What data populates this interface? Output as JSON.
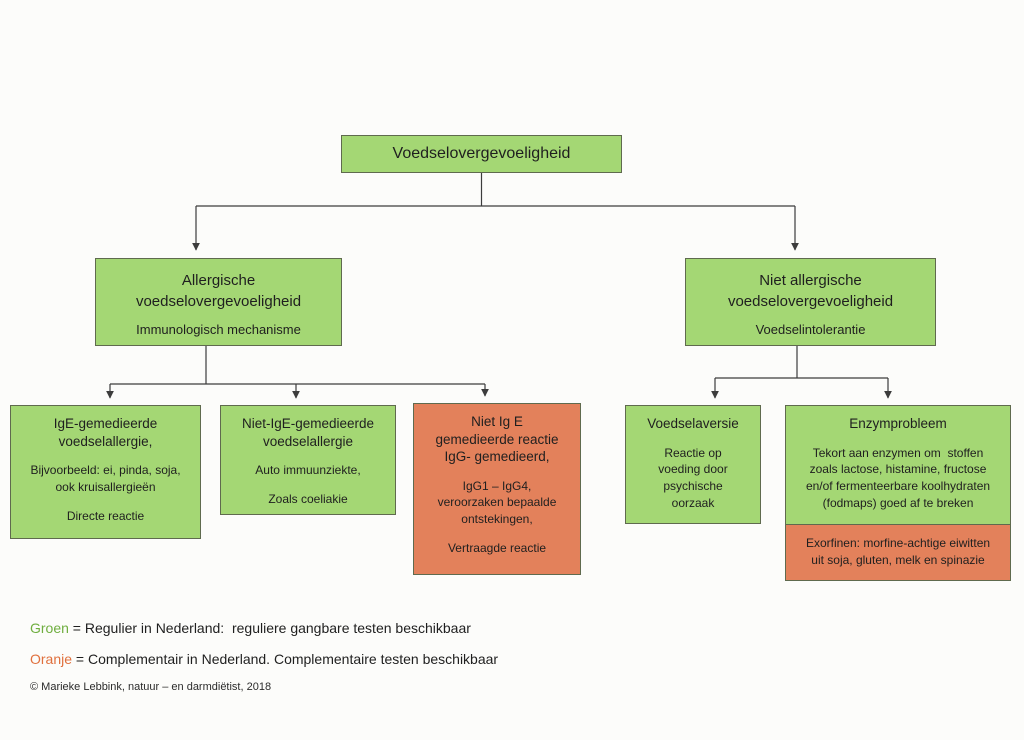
{
  "colors": {
    "green": "#a4d774",
    "orange": "#e3815b",
    "legend_green": "#6fae3f",
    "legend_orange": "#e0703d",
    "line": "#3c3c3c"
  },
  "diagram": {
    "root": {
      "title": "Voedselovergevoeligheid"
    },
    "branch_left": {
      "title": "Allergische\nvoedselovergevoeligheid",
      "subtitle": "Immunologisch mechanisme"
    },
    "branch_right": {
      "title": "Niet allergische\nvoedselovergevoeligheid",
      "subtitle": "Voedselintolerantie"
    },
    "leaf_ige": {
      "title": "IgE-gemedieerde\nvoedselallergie,",
      "body": "Bijvoorbeeld: ei, pinda, soja,\nook kruisallergieën",
      "footer": "Directe reactie"
    },
    "leaf_niet_ige": {
      "title": "Niet-IgE-gemedieerde\nvoedselallergie",
      "body": "Auto immuunziekte,",
      "footer": "Zoals coeliakie"
    },
    "leaf_igg": {
      "title": "Niet Ig E\ngemedieerde reactie\nIgG- gemedieerd,",
      "body": "IgG1 – IgG4,\nveroorzaken bepaalde\nontstekingen,",
      "footer": "Vertraagde reactie"
    },
    "leaf_aversie": {
      "title": "Voedselaversie",
      "body": "Reactie op\nvoeding door\npsychische\noorzaak"
    },
    "leaf_enzym": {
      "title": "Enzymprobleem",
      "body": "Tekort aan enzymen om  stoffen\nzoals lactose, histamine, fructose\nen/of fermenteerbare koolhydraten\n(fodmaps) goed af te breken",
      "note": "Exorfinen: morfine-achtige eiwitten\nuit soja, gluten, melk en spinazie"
    }
  },
  "legend": {
    "green_term": "Groen",
    "green_text": " = Regulier in Nederland:  reguliere gangbare testen beschikbaar",
    "orange_term": "Oranje",
    "orange_text": " = Complementair in Nederland. Complementaire testen beschikbaar",
    "copyright": "© Marieke Lebbink, natuur – en darmdiëtist, 2018"
  }
}
